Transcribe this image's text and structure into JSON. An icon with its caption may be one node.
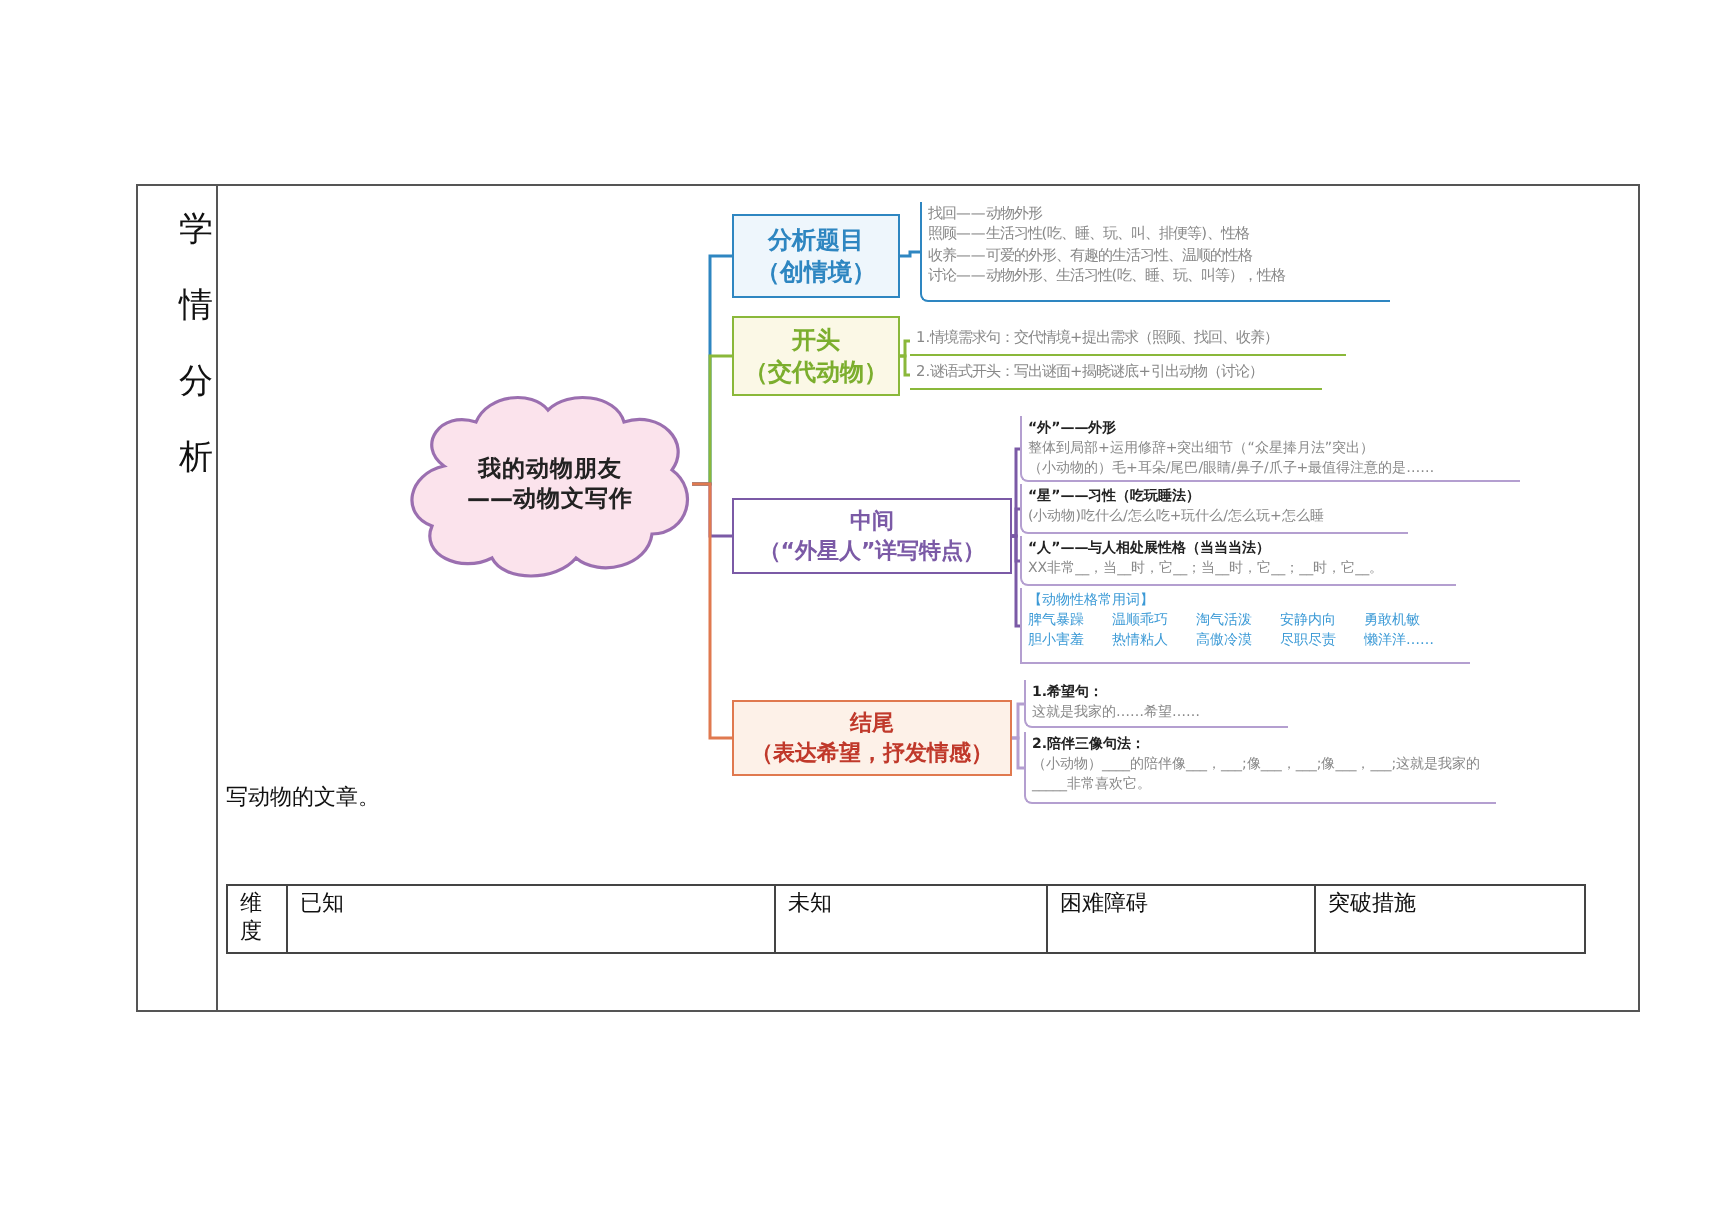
{
  "diagram": {
    "nodes": [
      {
        "text": [
          "我的动物朋友——动物文写作"
        ]
      },
      {
        "text": [
          "分析题目",
          "（创情境）"
        ]
      },
      {
        "text": [
          "找回——动物外形",
          "照顾——生活习性(吃、睡、玩、叫、排便等)、性格",
          "收养——可爱的外形、有趣的生活习性、温顺的性格",
          "讨论——动物外形、生活习性(吃、睡、玩、叫等），性格"
        ]
      },
      {
        "text": [
          "开头",
          "（交代动物）"
        ]
      },
      {
        "text": [
          "1.情境需求句：交代情境+提出需求（照顾、找回、收养）"
        ]
      },
      {
        "text": [
          "2.谜语式开头：写出谜面+揭晓谜底+引出动物（讨论）"
        ]
      },
      {
        "text": [
          "中间",
          "（“外星人”详写特点）"
        ]
      },
      {
        "text": [
          "“外”——外形",
          "整体到局部+运用修辞+突出细节（“众星捧月法”突出）",
          "（小动物的）毛+耳朵/尾巴/眼睛/鼻子/爪子+最值得注意的是……"
        ]
      },
      {
        "text": [
          "“星”——习性（吃玩睡法）",
          "(小动物)吃什么/怎么吃+玩什么/怎么玩+怎么睡"
        ]
      },
      {
        "text": [
          "“人”——与人相处展性格（当当当法）",
          "XX非常__，当__时，它__；当__时，它__；__时，它__。"
        ]
      },
      {
        "text": [
          "【动物性格常用词】",
          "脾气暴躁",
          "温顺乖巧",
          "淘气活泼",
          "安静内向",
          "勇敢机敏",
          "胆小害羞",
          "热情粘人",
          "高傲冷漠",
          "尽职尽责",
          "懒洋洋……"
        ]
      },
      {
        "text": [
          "结尾",
          "（表达希望，抒发情感）"
        ]
      },
      {
        "text": [
          "1.希望句：",
          "这就是我家的……希望……"
        ]
      },
      {
        "text": [
          "2.陪伴三像句法：",
          "（小动物）____的陪伴像___，___;像___，___;像___，___;这就是我家的_____非常喜欢它。"
        ]
      }
    ],
    "edges": [
      {
        "from": 0,
        "to": 1,
        "arrow": "none",
        "color": "#2e86c1"
      },
      {
        "from": 0,
        "to": 3,
        "arrow": "none",
        "color": "#8ab83a"
      },
      {
        "from": 0,
        "to": 6,
        "arrow": "none"
      },
      {
        "from": 0,
        "to": 11,
        "arrow": "none",
        "color": "#e0794f"
      },
      {
        "from": 1,
        "to": 2,
        "arrow": "none",
        "color": "#2e86c1"
      },
      {
        "from": 3,
        "to": 4,
        "arrow": "none",
        "color": "#8ab83a"
      },
      {
        "from": 3,
        "to": 5,
        "arrow": "none",
        "color": "#8ab83a"
      },
      {
        "from": 6,
        "to": 7,
        "arrow": "none"
      },
      {
        "from": 6,
        "to": 8,
        "arrow": "none"
      },
      {
        "from": 6,
        "to": 9,
        "arrow": "none"
      },
      {
        "from": 6,
        "to": 10,
        "arrow": "none"
      },
      {
        "from": 11,
        "to": 12,
        "arrow": "none",
        "color": "#b49fd0"
      },
      {
        "from": 11,
        "to": 13,
        "arrow": "none",
        "color": "#b49fd0"
      }
    ],
    "labels": [
      "学情分析",
      "写动物的文章。",
      "维度",
      "已知",
      "未知",
      "困难障碍",
      "突破措施"
    ]
  }
}
